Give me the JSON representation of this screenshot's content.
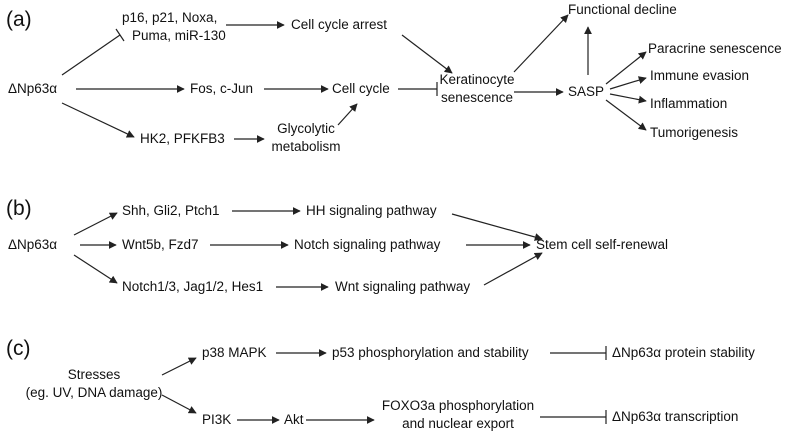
{
  "panels": {
    "a": {
      "label": "(a)",
      "root": "ΔNp63α",
      "p16_line1": "p16, p21, Noxa,",
      "p16_line2": "Puma, miR-130",
      "fos": "Fos, c-Jun",
      "hk2": "HK2, PFKFB3",
      "glyco_line1": "Glycolytic",
      "glyco_line2": "metabolism",
      "arrest": "Cell cycle arrest",
      "cycle": "Cell cycle",
      "kera_line1": "Keratinocyte",
      "kera_line2": "senescence",
      "sasp": "SASP",
      "functional": "Functional decline",
      "paracrine": "Paracrine senescence",
      "immune": "Immune evasion",
      "inflammation": "Inflammation",
      "tumor": "Tumorigenesis"
    },
    "b": {
      "label": "(b)",
      "root": "ΔNp63α",
      "shh": "Shh, Gli2, Ptch1",
      "wnt5b": "Wnt5b, Fzd7",
      "notch13": "Notch1/3, Jag1/2, Hes1",
      "hh": "HH signaling pathway",
      "notch": "Notch signaling pathway",
      "wnt": "Wnt signaling pathway",
      "stem": "Stem cell self-renewal"
    },
    "c": {
      "label": "(c)",
      "stress_line1": "Stresses",
      "stress_line2": "(eg. UV, DNA damage)",
      "p38": "p38 MAPK",
      "p53": "p53 phosphorylation and stability",
      "protein": "ΔNp63α protein stability",
      "pi3k": "PI3K",
      "akt": "Akt",
      "foxo_line1": "FOXO3a phosphorylation",
      "foxo_line2": "and nuclear export",
      "transcription": "ΔNp63α transcription"
    }
  }
}
